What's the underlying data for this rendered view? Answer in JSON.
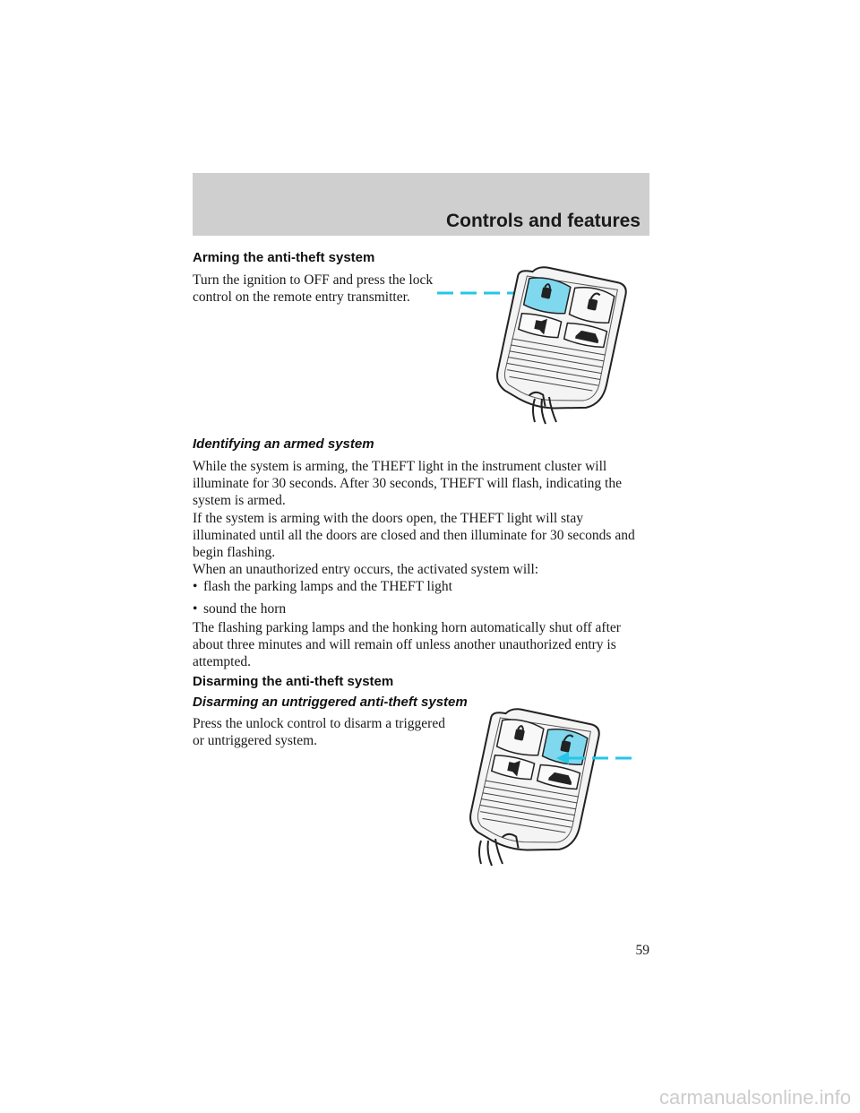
{
  "header": {
    "title": "Controls and features"
  },
  "sections": {
    "arming_heading": "Arming the anti-theft system",
    "arming_text": "Turn the ignition to OFF and press the lock control on the remote entry transmitter.",
    "identifying_heading": "Identifying an armed system",
    "identifying_p1": "While the system is arming, the THEFT light in the instrument cluster will illuminate for 30 seconds. After 30 seconds, THEFT will flash, indicating the system is armed.",
    "identifying_p2": "If the system is arming with the doors open, the THEFT light will stay illuminated until all the doors are closed and then illuminate for 30 seconds and begin flashing.",
    "identifying_p3": "When an unauthorized entry occurs, the activated system will:",
    "bullets": [
      "flash the parking lamps and the THEFT light",
      "sound the horn"
    ],
    "bullet_symbol": "•",
    "identifying_p4": "The flashing parking lamps and the honking horn automatically shut off after about three minutes and will remain off unless another unauthorized entry is attempted.",
    "disarming_heading": "Disarming the anti-theft system",
    "disarming_sub": "Disarming an untriggered anti-theft system",
    "disarming_text": "Press the unlock control to disarm a triggered or untriggered system."
  },
  "illustrations": {
    "fob_top": {
      "highlight": "lock-button",
      "icon": "remote-key-fob-icon"
    },
    "fob_bottom": {
      "highlight": "unlock-button",
      "icon": "remote-key-fob-icon"
    },
    "highlight_color": "#7fd8ee",
    "arrow_color": "#26c6e8"
  },
  "page_number": "59",
  "watermark": "carmanualsonline.info"
}
